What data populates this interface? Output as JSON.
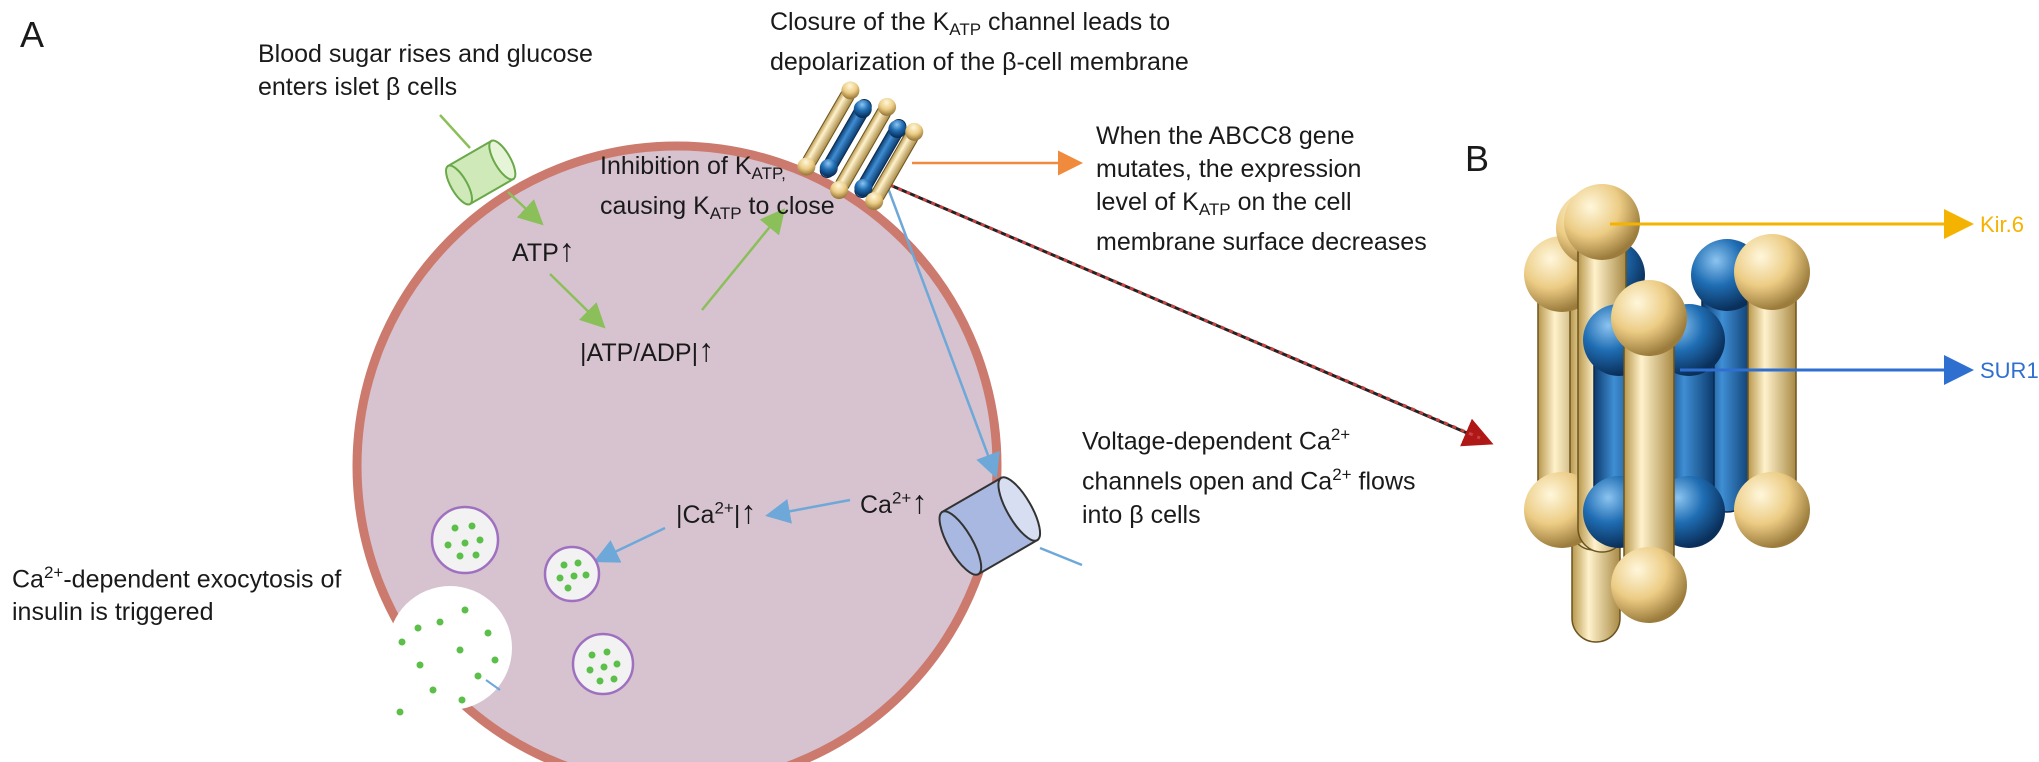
{
  "panels": {
    "a": "A",
    "b": "B"
  },
  "labels": {
    "blood_sugar_1": "Blood sugar rises and glucose",
    "blood_sugar_2": "enters islet β cells",
    "closure_1a": "Closure of the K",
    "closure_1sub": "ATP",
    "closure_1b": " channel leads to",
    "closure_2": "depolarization of the β-cell membrane",
    "inhibition_1a": "Inhibition of K",
    "inhibition_1sub": "ATP,",
    "inhibition_2a": "causing K",
    "inhibition_2sub": "ATP",
    "inhibition_2b": " to close",
    "mut_1": "When the ABCC8 gene",
    "mut_2": "mutates, the expression",
    "mut_3a": "level of K",
    "mut_3sub": "ATP",
    "mut_3b": " on the cell",
    "mut_4": "membrane surface decreases",
    "atp": "ATP",
    "ratio": "|ATP/ADP|",
    "up": "↑",
    "vd_1a": "Voltage-dependent Ca",
    "vd_1sup": "2+",
    "vd_2a": "channels open and Ca",
    "vd_2sup": "2+",
    "vd_2b": " flows",
    "vd_3": "into β cells",
    "ca": "Ca",
    "ca_sup": "2+",
    "ca_in_a": "|Ca",
    "ca_in_sup": "2+",
    "ca_in_b": "|",
    "exo_1a": "Ca",
    "exo_1sup": "2+",
    "exo_1b": "-dependent exocytosis of",
    "exo_2": "insulin is triggered",
    "kir": "Kir.6",
    "sur": "SUR1"
  },
  "colors": {
    "cell_fill": "#d6c3cf",
    "cell_border": "#cc7a6e",
    "green_arrow": "#8bbf5a",
    "blue_arrow": "#6ea8d8",
    "orange_arrow": "#f08a3c",
    "gold": "#f0ce8a",
    "blue_sphere": "#1e6eb4",
    "kir_color": "#f5b301",
    "sur_color": "#2f6fd0",
    "vesicle_dot": "#5cbf4a",
    "vesicle_border": "#a070c0"
  }
}
